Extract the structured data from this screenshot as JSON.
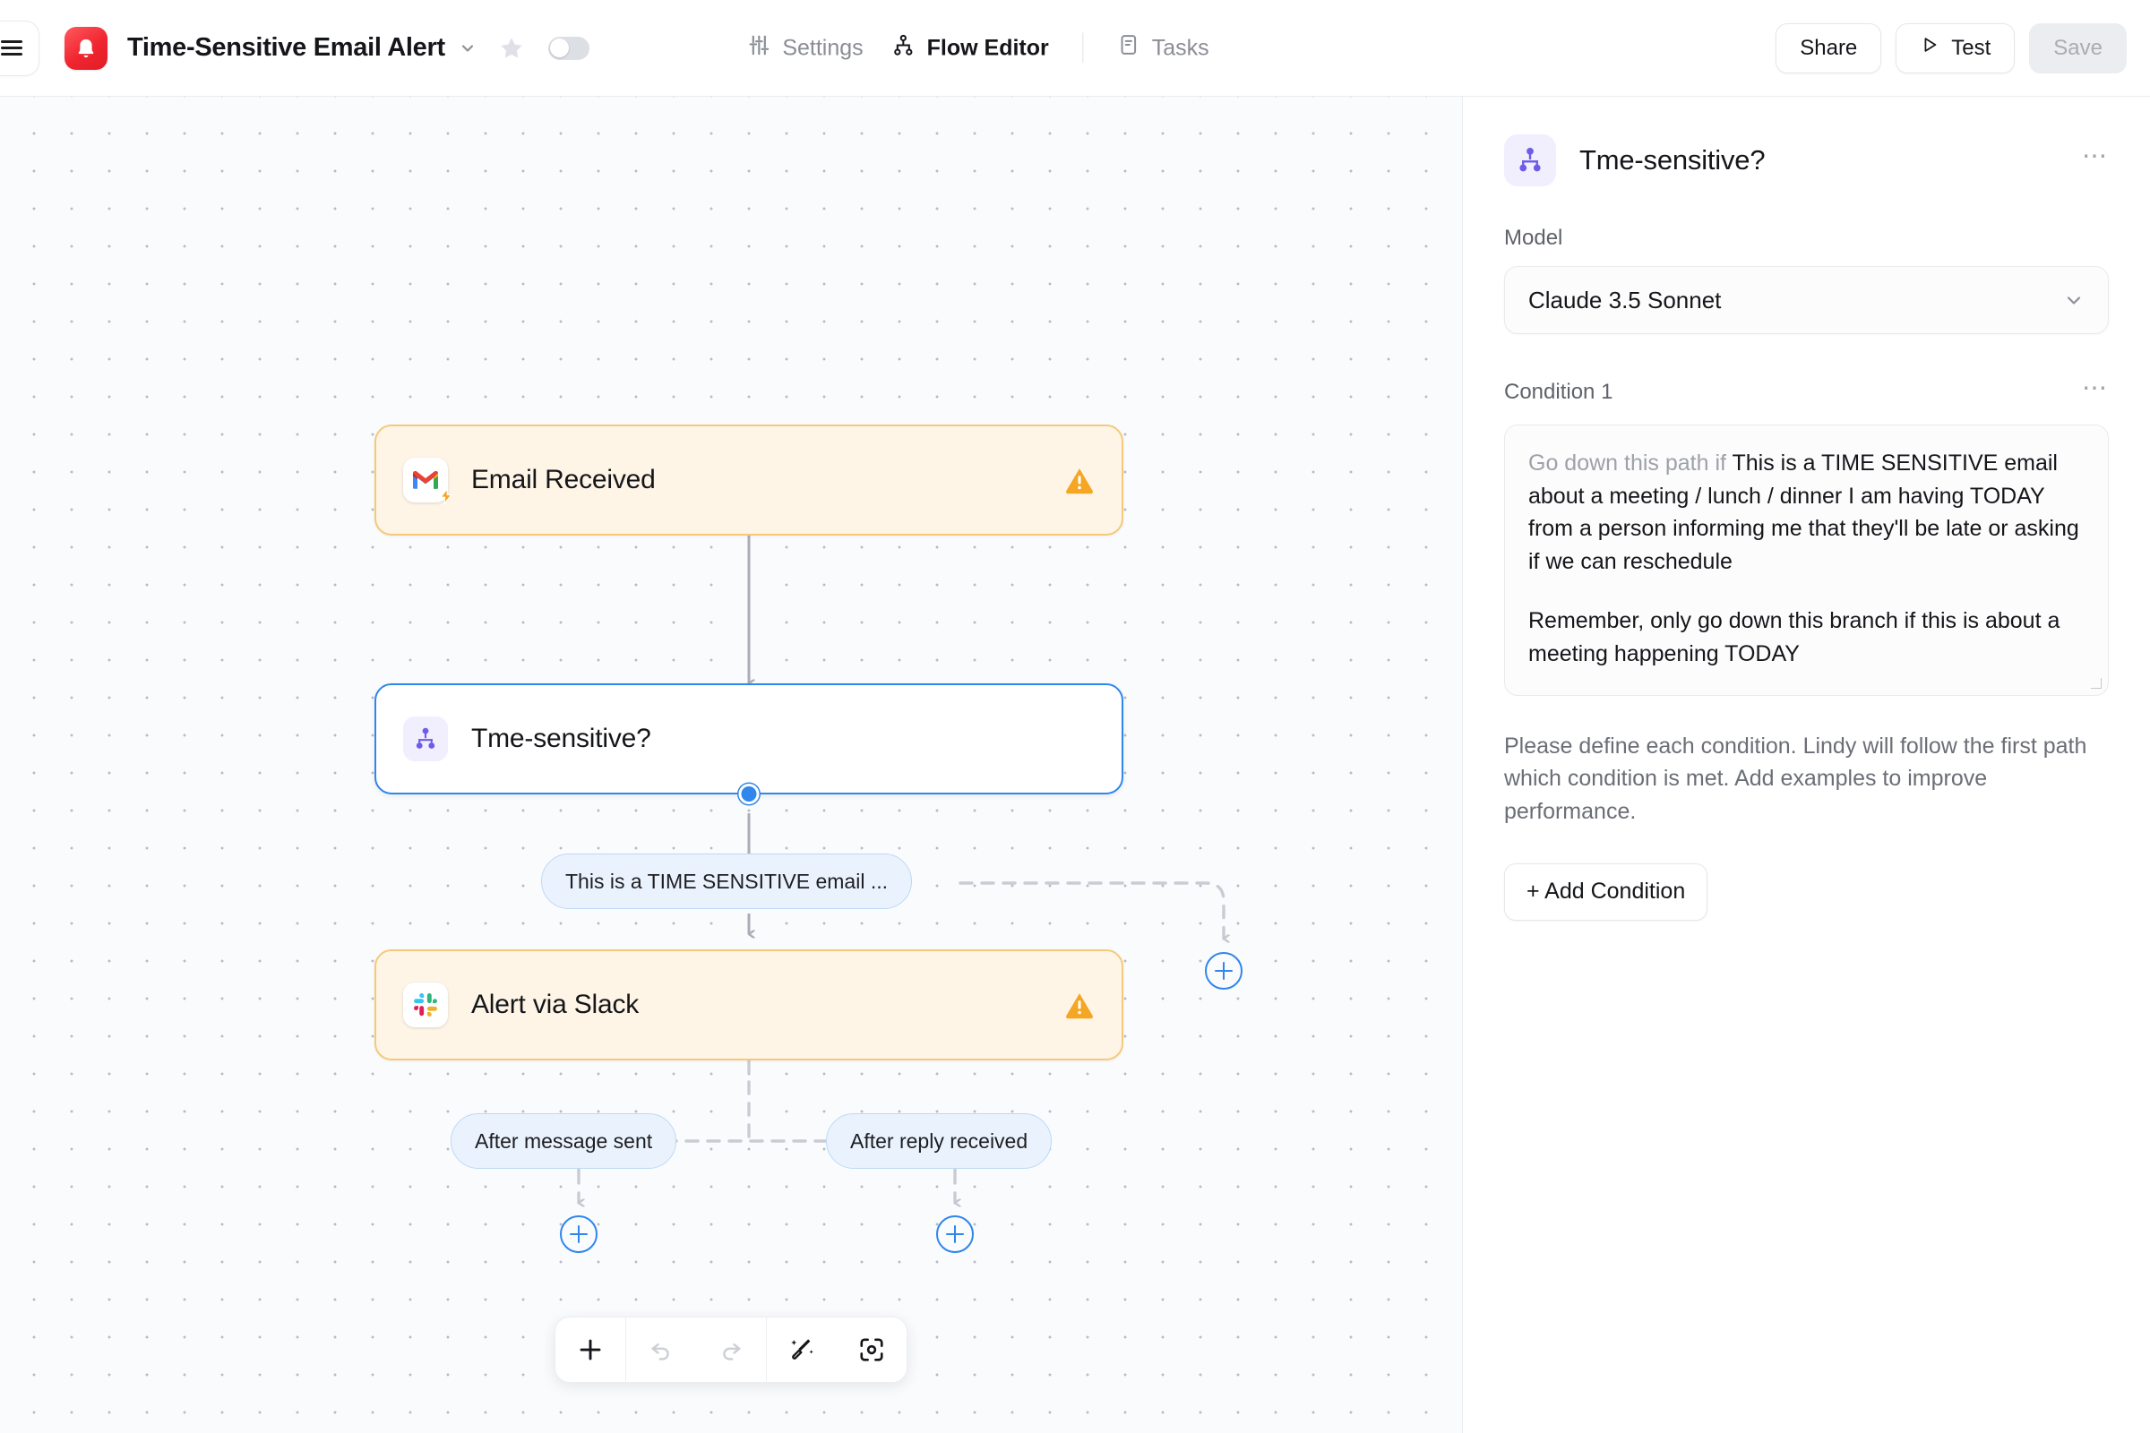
{
  "header": {
    "menu_icon": "hamburger-menu-icon",
    "logo_icon": "lindy-bell-logo",
    "flow_title": "Time-Sensitive Email Alert",
    "title_chevron_icon": "chevron-down-icon",
    "star_icon": "star-icon",
    "toggle_state": "off",
    "nav": [
      {
        "label": "Settings",
        "icon": "sliders-icon",
        "active": false
      },
      {
        "label": "Flow Editor",
        "icon": "hierarchy-icon",
        "active": true
      },
      {
        "label": "Tasks",
        "icon": "document-icon",
        "active": false
      }
    ],
    "actions": {
      "share_label": "Share",
      "test_label": "Test",
      "test_icon": "play-icon",
      "save_label": "Save",
      "save_disabled": true
    }
  },
  "canvas": {
    "nodes": [
      {
        "label": "Email Received",
        "icon": "gmail-icon",
        "type": "trigger",
        "warning_icon": "warning-triangle-icon"
      },
      {
        "label": "Tme-sensitive?",
        "icon": "hierarchy-icon",
        "type": "selected"
      },
      {
        "label": "Alert via Slack",
        "icon": "slack-icon",
        "type": "trigger",
        "warning_icon": "warning-triangle-icon"
      }
    ],
    "pills": [
      {
        "label": "This is a TIME SENSITIVE email ..."
      },
      {
        "label": "After message sent"
      },
      {
        "label": "After reply received"
      }
    ],
    "add_buttons": [
      {
        "name": "add-step-branch-right"
      },
      {
        "name": "add-step-after-message-sent"
      },
      {
        "name": "add-step-after-reply-received"
      }
    ],
    "toolbar": [
      {
        "icon": "plus-icon",
        "name": "add-node-button",
        "disabled": false
      },
      {
        "icon": "undo-icon",
        "name": "undo-button",
        "disabled": true
      },
      {
        "icon": "redo-icon",
        "name": "redo-button",
        "disabled": true
      },
      {
        "icon": "magic-cleanup-icon",
        "name": "auto-layout-button",
        "disabled": false
      },
      {
        "icon": "focus-frame-icon",
        "name": "fit-to-view-button",
        "disabled": false
      }
    ]
  },
  "panel": {
    "icon": "hierarchy-icon",
    "title": "Tme-sensitive?",
    "menu_icon": "ellipsis-icon",
    "model_label": "Model",
    "model_value": "Claude 3.5 Sonnet",
    "model_chevron_icon": "chevron-down-icon",
    "condition_label": "Condition 1",
    "condition_menu_icon": "ellipsis-icon",
    "condition_prefix": "Go down this path if ",
    "condition_text_1": "This is a TIME SENSITIVE email about a meeting / lunch / dinner I am having TODAY from a person informing me that they'll be late or asking if we can reschedule",
    "condition_text_2": "Remember, only go down this branch if this is about a meeting happening TODAY",
    "helper_text": "Please define each condition. Lindy will follow the first path which condition is met. Add examples to improve performance.",
    "add_condition_label": "+ Add Condition"
  },
  "colors": {
    "accent_blue": "#2f86ec",
    "brand_red": "#f0252f",
    "trigger_bg": "#fef5e7",
    "trigger_border": "#f5c97a",
    "warning": "#f5a623",
    "purple": "#6c5ce7",
    "pill_bg": "#eaf3fd",
    "pill_border": "#bcd9f5",
    "canvas_bg": "#fafbfc"
  }
}
